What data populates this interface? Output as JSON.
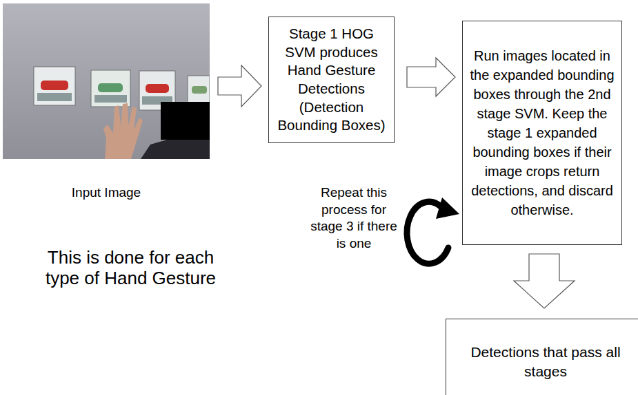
{
  "diagram": {
    "nodes": [
      {
        "text": [
          "Input Image"
        ]
      },
      {
        "text": [
          "Stage 1 HOG SVM produces Hand Gesture Detections (Detection Bounding Boxes)"
        ]
      },
      {
        "text": [
          "Run images located in the expanded bounding boxes through the 2nd stage SVM. Keep the stage 1 expanded bounding boxes if their image crops return detections, and discard otherwise."
        ]
      },
      {
        "text": [
          "Detections that pass all stages"
        ]
      }
    ],
    "edges": [
      {
        "from": 0,
        "to": 1,
        "arrow": "to"
      },
      {
        "from": 1,
        "to": 2,
        "arrow": "to"
      },
      {
        "from": 2,
        "to": 3,
        "arrow": "to"
      }
    ],
    "labels": [
      "Repeat this process for stage 3 if there is one",
      "This is done for each type of Hand Gesture"
    ]
  }
}
